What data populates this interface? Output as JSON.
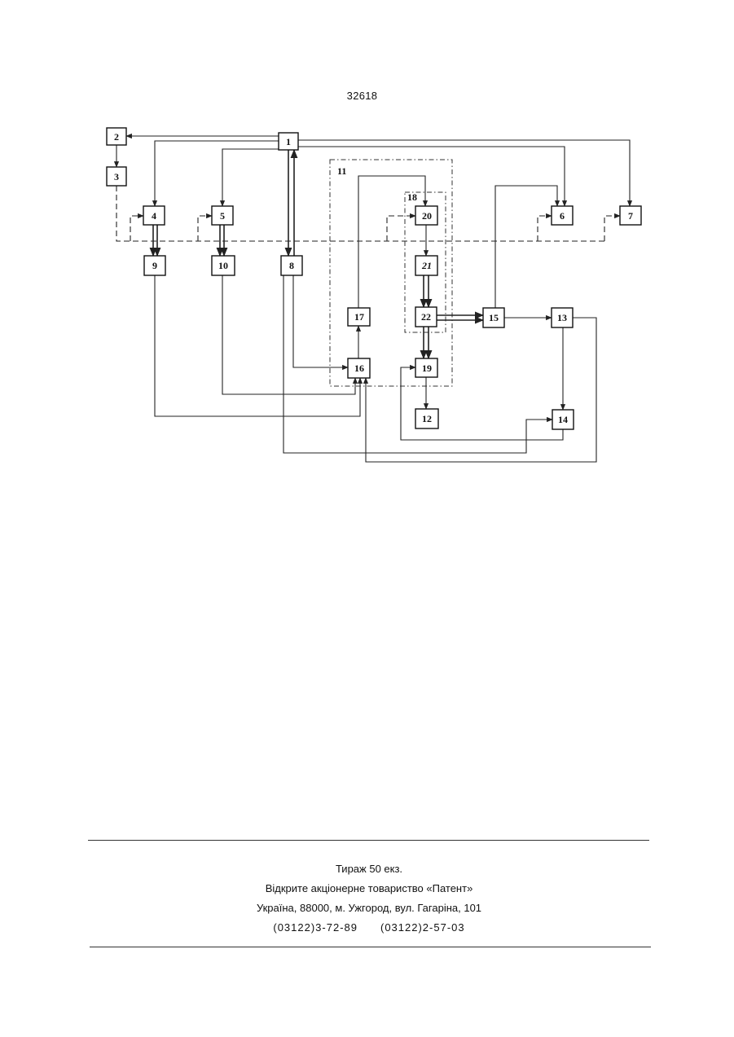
{
  "page_number": "32618",
  "diagram": {
    "blocks": [
      "1",
      "2",
      "3",
      "4",
      "5",
      "6",
      "7",
      "8",
      "9",
      "10",
      "12",
      "13",
      "14",
      "15",
      "16",
      "17",
      "19",
      "20",
      "21",
      "22"
    ],
    "group_labels": [
      "11",
      "18"
    ]
  },
  "footer": {
    "circulation": "Тираж 50 екз.",
    "publisher": "Відкрите акціонерне товариство «Патент»",
    "address": "Україна, 88000, м. Ужгород, вул. Гагаріна, 101",
    "phone_1": "(03122)3-72-89",
    "phone_2": "(03122)2-57-03"
  }
}
